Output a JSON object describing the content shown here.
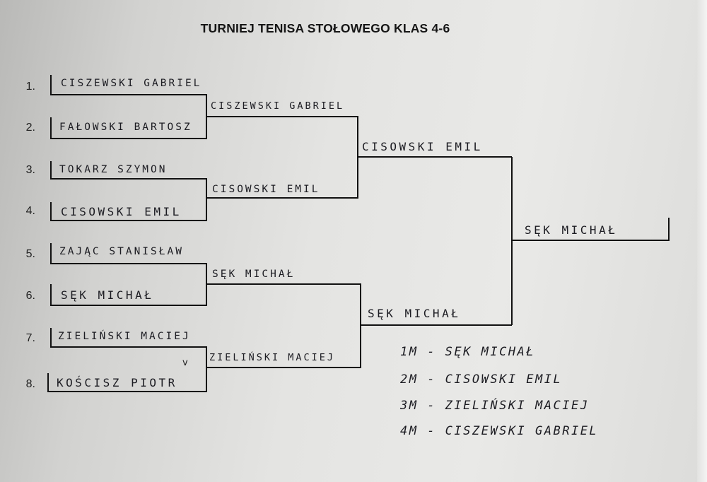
{
  "title": "TURNIEJ TENISA STOŁOWEGO KLAS 4-6",
  "round1": [
    {
      "seed": "1.",
      "name": "CISZEWSKI GABRIEL"
    },
    {
      "seed": "2.",
      "name": "FAŁOWSKI BARTOSZ"
    },
    {
      "seed": "3.",
      "name": "TOKARZ SZYMON"
    },
    {
      "seed": "4.",
      "name": "CISOWSKI EMIL"
    },
    {
      "seed": "5.",
      "name": "ZAJĄC STANISŁAW"
    },
    {
      "seed": "6.",
      "name": "SĘK MICHAŁ"
    },
    {
      "seed": "7.",
      "name": "ZIELIŃSKI MACIEJ"
    },
    {
      "seed": "8.",
      "name": "KOŚCISZ PIOTR"
    }
  ],
  "round2": [
    "CISZEWSKI GABRIEL",
    "CISOWSKI EMIL",
    "SĘK MICHAŁ",
    "ZIELIŃSKI MACIEJ"
  ],
  "semis": [
    "CISOWSKI EMIL",
    "SĘK MICHAŁ"
  ],
  "champion": "SĘK MICHAŁ",
  "check_mark": "v",
  "results": [
    "1m - SĘK MICHAŁ",
    "2m - CISOWSKI EMIL",
    "3m - ZIELIŃSKI MACIEJ",
    "4m - CISZEWSKI GABRIEL"
  ]
}
